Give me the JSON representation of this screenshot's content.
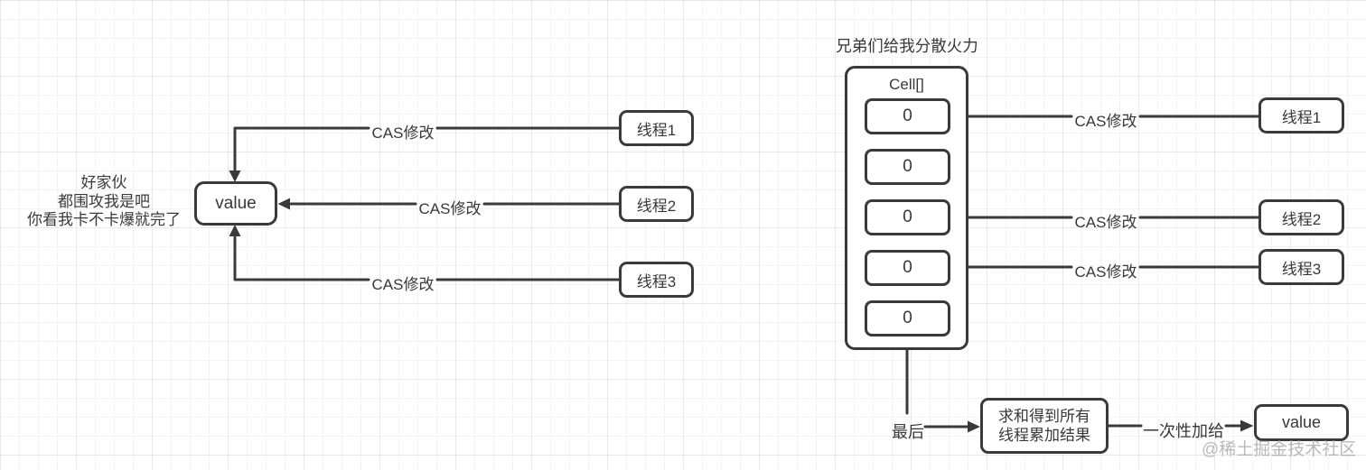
{
  "left": {
    "caption": [
      "好家伙",
      "都围攻我是吧",
      "你看我卡不卡爆就完了"
    ],
    "value_label": "value",
    "edges": [
      {
        "label": "CAS修改"
      },
      {
        "label": "CAS修改"
      },
      {
        "label": "CAS修改"
      }
    ],
    "threads": [
      "线程1",
      "线程2",
      "线程3"
    ]
  },
  "right": {
    "title": "兄弟们给我分散火力",
    "cell_title": "Cell[]",
    "cells": [
      "0",
      "0",
      "0",
      "0",
      "0"
    ],
    "edges": [
      {
        "label": "CAS修改"
      },
      {
        "label": "CAS修改"
      },
      {
        "label": "CAS修改"
      }
    ],
    "threads": [
      "线程1",
      "线程2",
      "线程3"
    ]
  },
  "flow": {
    "last_label": "最后",
    "sum_lines": [
      "求和得到所有",
      "线程累加结果"
    ],
    "transfer_label": "一次性加给",
    "value_label": "value"
  },
  "watermark": {
    "text": "@稀土掘金技术社区"
  },
  "colors": {
    "stroke": "#3a3a3a",
    "grid_minor": "#f3f3f6",
    "grid_major": "#e7e7ec",
    "watermark": "#a8a8ac"
  }
}
